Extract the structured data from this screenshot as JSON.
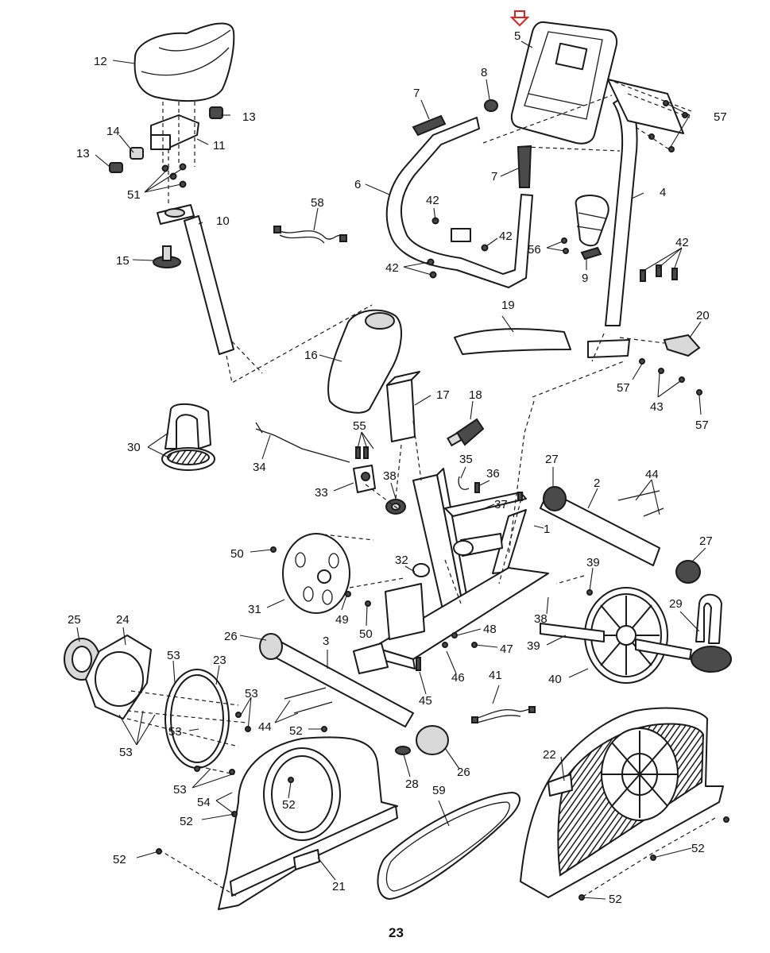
{
  "page_number": "23",
  "accent_color": "#e02020",
  "highlight_marker": {
    "label": "arrow-marker-part-5",
    "color": "#e02020"
  },
  "callouts": [
    {
      "id": "c1",
      "text": "12"
    },
    {
      "id": "c2",
      "text": "13"
    },
    {
      "id": "c3",
      "text": "14"
    },
    {
      "id": "c4",
      "text": "11"
    },
    {
      "id": "c5",
      "text": "13"
    },
    {
      "id": "c6",
      "text": "51"
    },
    {
      "id": "c7",
      "text": "10"
    },
    {
      "id": "c8",
      "text": "15"
    },
    {
      "id": "c9",
      "text": "58"
    },
    {
      "id": "c10",
      "text": "7"
    },
    {
      "id": "c11",
      "text": "8"
    },
    {
      "id": "c12",
      "text": "5"
    },
    {
      "id": "c13",
      "text": "57"
    },
    {
      "id": "c14",
      "text": "6"
    },
    {
      "id": "c15",
      "text": "7"
    },
    {
      "id": "c16",
      "text": "4"
    },
    {
      "id": "c17",
      "text": "42"
    },
    {
      "id": "c18",
      "text": "42"
    },
    {
      "id": "c19",
      "text": "42"
    },
    {
      "id": "c20",
      "text": "56"
    },
    {
      "id": "c21",
      "text": "9"
    },
    {
      "id": "c22",
      "text": "42"
    },
    {
      "id": "c23",
      "text": "19"
    },
    {
      "id": "c24",
      "text": "20"
    },
    {
      "id": "c25",
      "text": "16"
    },
    {
      "id": "c26",
      "text": "57"
    },
    {
      "id": "c27",
      "text": "43"
    },
    {
      "id": "c28",
      "text": "57"
    },
    {
      "id": "c29",
      "text": "17"
    },
    {
      "id": "c30",
      "text": "18"
    },
    {
      "id": "c31",
      "text": "30"
    },
    {
      "id": "c32",
      "text": "34"
    },
    {
      "id": "c33",
      "text": "55"
    },
    {
      "id": "c34",
      "text": "33"
    },
    {
      "id": "c35",
      "text": "38"
    },
    {
      "id": "c36",
      "text": "35"
    },
    {
      "id": "c37",
      "text": "36"
    },
    {
      "id": "c38",
      "text": "37"
    },
    {
      "id": "c39",
      "text": "27"
    },
    {
      "id": "c40",
      "text": "2"
    },
    {
      "id": "c41",
      "text": "44"
    },
    {
      "id": "c42",
      "text": "1"
    },
    {
      "id": "c43",
      "text": "27"
    },
    {
      "id": "c44",
      "text": "50"
    },
    {
      "id": "c45",
      "text": "32"
    },
    {
      "id": "c46",
      "text": "39"
    },
    {
      "id": "c47",
      "text": "31"
    },
    {
      "id": "c48",
      "text": "49"
    },
    {
      "id": "c49",
      "text": "50"
    },
    {
      "id": "c50",
      "text": "38"
    },
    {
      "id": "c51",
      "text": "29"
    },
    {
      "id": "c52",
      "text": "25"
    },
    {
      "id": "c53",
      "text": "24"
    },
    {
      "id": "c54",
      "text": "26"
    },
    {
      "id": "c55",
      "text": "3"
    },
    {
      "id": "c56",
      "text": "48"
    },
    {
      "id": "c57",
      "text": "47"
    },
    {
      "id": "c58",
      "text": "39"
    },
    {
      "id": "c59",
      "text": "53"
    },
    {
      "id": "c60",
      "text": "23"
    },
    {
      "id": "c61",
      "text": "46"
    },
    {
      "id": "c62",
      "text": "40"
    },
    {
      "id": "c63",
      "text": "41"
    },
    {
      "id": "c64",
      "text": "53"
    },
    {
      "id": "c65",
      "text": "53"
    },
    {
      "id": "c66",
      "text": "45"
    },
    {
      "id": "c67",
      "text": "44"
    },
    {
      "id": "c68",
      "text": "52"
    },
    {
      "id": "c69",
      "text": "53"
    },
    {
      "id": "c70",
      "text": "22"
    },
    {
      "id": "c71",
      "text": "26"
    },
    {
      "id": "c72",
      "text": "28"
    },
    {
      "id": "c73",
      "text": "53"
    },
    {
      "id": "c74",
      "text": "54"
    },
    {
      "id": "c75",
      "text": "59"
    },
    {
      "id": "c76",
      "text": "52"
    },
    {
      "id": "c77",
      "text": "52"
    },
    {
      "id": "c78",
      "text": "52"
    },
    {
      "id": "c79",
      "text": "52"
    },
    {
      "id": "c80",
      "text": "21"
    },
    {
      "id": "c81",
      "text": "52"
    }
  ]
}
